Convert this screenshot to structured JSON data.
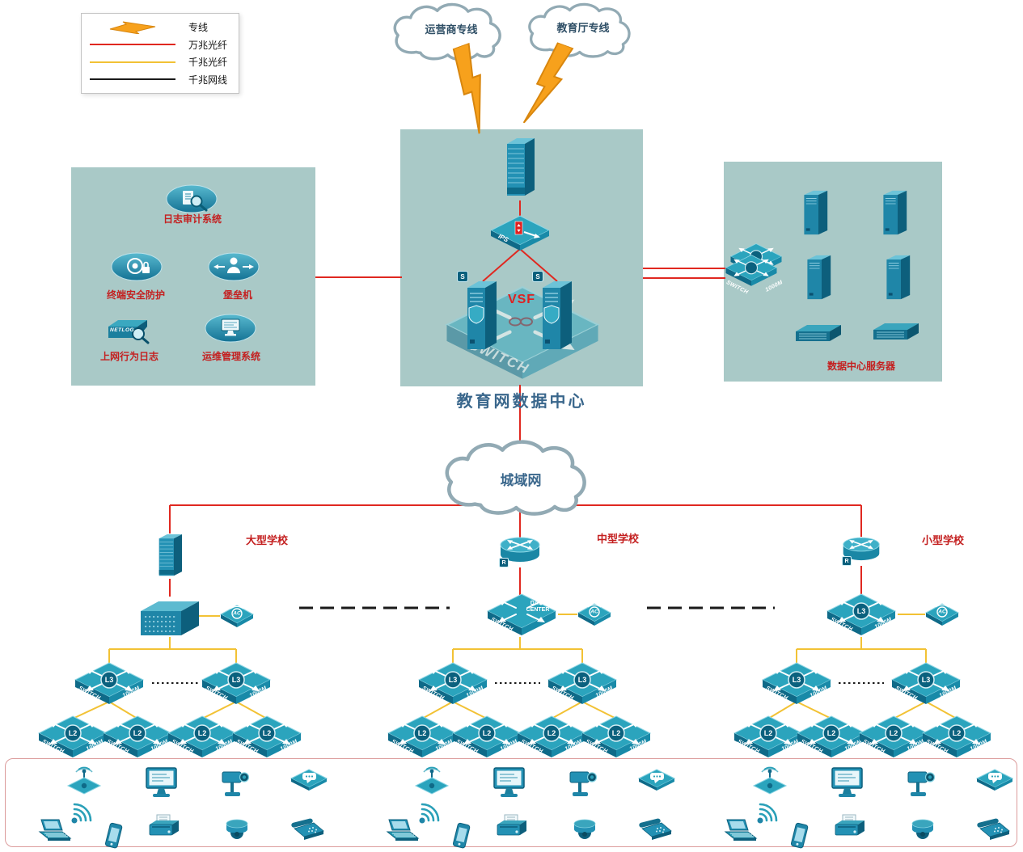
{
  "legend": {
    "items": [
      {
        "label": "专线",
        "type": "lightning",
        "color": "#f7a11c"
      },
      {
        "label": "万兆光纤",
        "type": "line",
        "color": "#e02820"
      },
      {
        "label": "千兆光纤",
        "type": "line",
        "color": "#f2c235"
      },
      {
        "label": "千兆网线",
        "type": "line",
        "color": "#1a1a1a"
      }
    ]
  },
  "clouds": {
    "carrier": "运营商专线",
    "education": "教育厅专线",
    "man": "城域网"
  },
  "datacenter": {
    "title": "教育网数据中心",
    "vsf": "VSF",
    "ips": "IPS",
    "switch": "SWITCH",
    "server_badge": "S"
  },
  "security_panel": {
    "items": [
      {
        "label": "日志审计系统"
      },
      {
        "label": "终端安全防护"
      },
      {
        "label": "堡垒机"
      },
      {
        "label": "上网行为日志"
      },
      {
        "label": "运维管理系统"
      }
    ],
    "netlog": "NETLOG"
  },
  "server_panel": {
    "label": "数据中心服务器"
  },
  "schools": [
    {
      "name": "大型学校"
    },
    {
      "name": "中型学校"
    },
    {
      "name": "小型学校"
    }
  ],
  "labels": {
    "switch": "SWITCH",
    "speed": "1000M",
    "l3": "L3",
    "l2": "L2",
    "ac": "AC",
    "router": "R",
    "data_center": "DATA CENTER"
  },
  "colors": {
    "line_10g_fiber": "#e02820",
    "line_1g_fiber": "#f2c235",
    "line_1g_copper": "#1a1a1a",
    "device_teal": "#2ba4bd",
    "panel_bg": "#a9c9c7",
    "label_red": "#c42020"
  }
}
